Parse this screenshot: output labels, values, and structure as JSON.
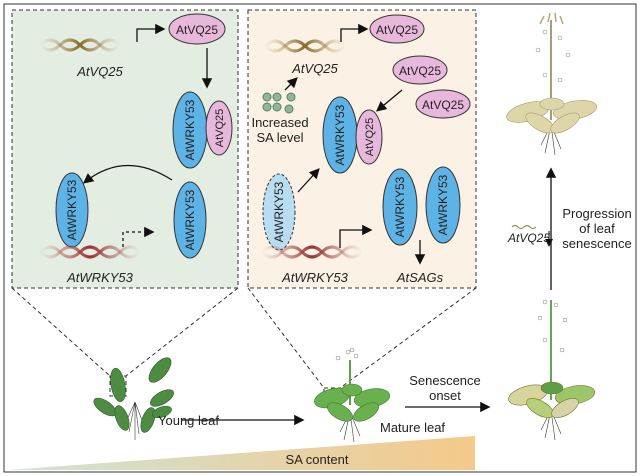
{
  "panel_left": {
    "gene_top": "AtVQ25",
    "protein_top": "AtVQ25",
    "complex_wrky": "AtWRKY53",
    "complex_vq": "AtVQ25",
    "free_wrky": "AtWRKY53",
    "bound_wrky": "AtWRKY53",
    "gene_bottom": "AtWRKY53"
  },
  "panel_right": {
    "gene_top": "AtVQ25",
    "protein_top": "AtVQ25",
    "protein_mid": "AtVQ25",
    "protein_side": "AtVQ25",
    "sa_label_line1": "Increased",
    "sa_label_line2": "SA level",
    "complex_wrky": "AtWRKY53",
    "complex_vq": "AtVQ25",
    "dashed_wrky": "AtWRKY53",
    "wrky_a": "AtWRKY53",
    "wrky_b": "AtWRKY53",
    "gene_bottom": "AtWRKY53",
    "target": "AtSAGs"
  },
  "stages": {
    "young": "Young leaf",
    "mature": "Mature leaf",
    "onset_line1": "Senescence",
    "onset_line2": "onset",
    "progression_line1": "Progression",
    "progression_line2": "of leaf",
    "progression_line3": "senescence",
    "gene_down": "AtVQ25"
  },
  "gradient": {
    "label": "SA content",
    "color_start": "#cfe3d4",
    "color_end": "#f5c98a"
  },
  "colors": {
    "panel_left_bg": "#e4ede2",
    "panel_right_bg": "#fbf1e4",
    "wrky": "#5eb3e6",
    "vq": "#e8b8dc",
    "leaf_green": "#5e9e48",
    "leaf_dark": "#3f7a39",
    "leaf_pale": "#d8d3a6"
  }
}
